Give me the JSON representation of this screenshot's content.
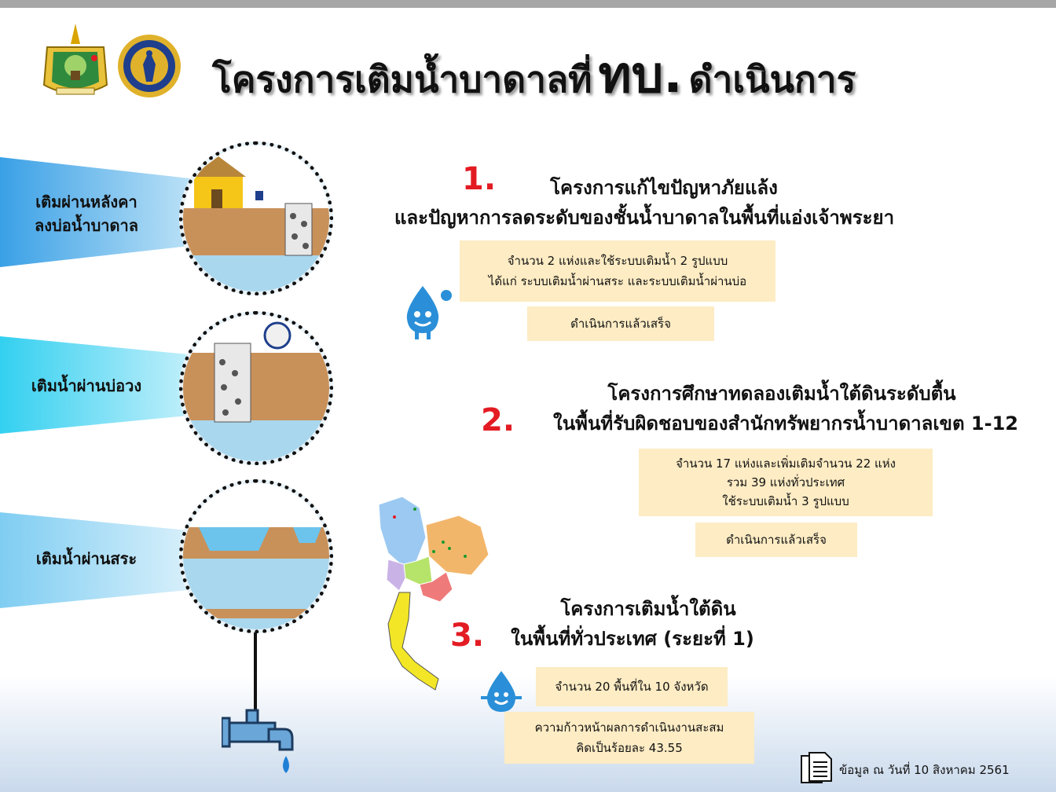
{
  "title": {
    "part1": "โครงการเติมน้ำบาดาลที่",
    "part2": "ทบ.",
    "part3": "ดำเนินการ"
  },
  "bands": [
    {
      "label_line1": "เติมผ่านหลังคา",
      "label_line2": "ลงบ่อน้ำบาดาล"
    },
    {
      "label_line1": "เติมน้ำผ่านบ่อวง"
    },
    {
      "label_line1": "เติมน้ำผ่านสระ"
    }
  ],
  "projects": [
    {
      "number": "1.",
      "title_line1": "โครงการแก้ไขปัญหาภัยแล้ง",
      "title_line2": "และปัญหาการลดระดับของชั้นน้ำบาดาลในพื้นที่แอ่งเจ้าพระยา",
      "info_line1": "จำนวน 2 แห่งและใช้ระบบเติมน้ำ 2 รูปแบบ",
      "info_line2": "ได้แก่ ระบบเติมน้ำผ่านสระ และระบบเติมน้ำผ่านบ่อ",
      "status": "ดำเนินการแล้วเสร็จ"
    },
    {
      "number": "2.",
      "title_line1": "โครงการศึกษาทดลองเติมน้ำใต้ดินระดับตื้น",
      "title_line2": "ในพื้นที่รับผิดชอบของสำนักทรัพยากรน้ำบาดาลเขต 1-12",
      "info_line1": "จำนวน 17 แห่งและเพิ่มเติมจำนวน 22 แห่ง",
      "info_line2": "รวม 39 แห่งทั่วประเทศ",
      "info_line3": "ใช้ระบบเติมน้ำ 3 รูปแบบ",
      "status": "ดำเนินการแล้วเสร็จ"
    },
    {
      "number": "3.",
      "title_line1": "โครงการเติมน้ำใต้ดิน",
      "title_line2": "ในพื้นที่ทั่วประเทศ (ระยะที่ 1)",
      "info_line1": "จำนวน 20 พื้นที่ใน 10 จังหวัด",
      "progress_line1": "ความก้าวหน้าผลการดำเนินงานสะสม",
      "progress_line2": "คิดเป็นร้อยละ 43.55"
    }
  ],
  "footer": {
    "note": "ข้อมูล ณ วันที่ 10 สิงหาคม 2561"
  },
  "colors": {
    "accent_red": "#e31b23",
    "box_fill": "#fdecc4",
    "band_blue": "#5bb6ea",
    "band_cyan": "#3fd3ee",
    "band_light": "#7fd0f2"
  },
  "icons": [
    "emblem-logo",
    "dgr-seal-logo",
    "water-drop-mascot-icon",
    "thailand-map",
    "faucet-icon",
    "document-icon"
  ]
}
